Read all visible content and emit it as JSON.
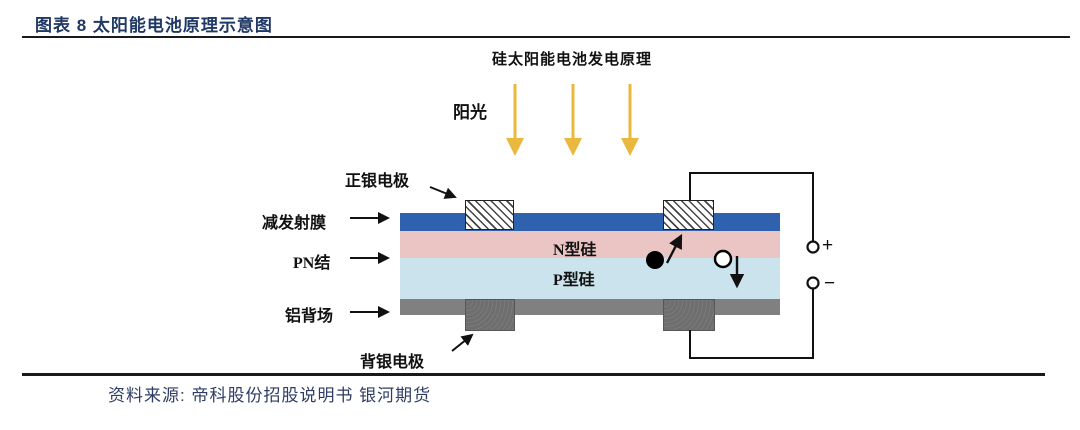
{
  "header": {
    "figure_title": "图表 8 太阳能电池原理示意图"
  },
  "diagram": {
    "title": "硅太阳能电池发电原理",
    "sunlight_label": "阳光",
    "callouts": {
      "front_silver_electrode": "正银电极",
      "antireflection_film": "减发射膜",
      "pn_junction": "PN结",
      "aluminum_back_field": "铝背场",
      "back_silver_electrode": "背银电极"
    },
    "layers": {
      "n_type_silicon": "N型硅",
      "p_type_silicon": "P型硅"
    },
    "terminals": {
      "positive": "+",
      "negative": "−"
    }
  },
  "footer": {
    "source": "资料来源: 帝科股份招股说明书 银河期货"
  },
  "colors": {
    "title_navy": "#1F3864",
    "source_navy": "#2F3C64",
    "antireflection_blue": "#2E62AE",
    "n_silicon_pink": "#EAC5C3",
    "p_silicon_blue": "#CBE3ED",
    "aluminum_gray": "#808080",
    "electrode_gray": "#6E6E6E",
    "sun_arrow_yellow": "#E9B83D",
    "line_black": "#111111"
  }
}
